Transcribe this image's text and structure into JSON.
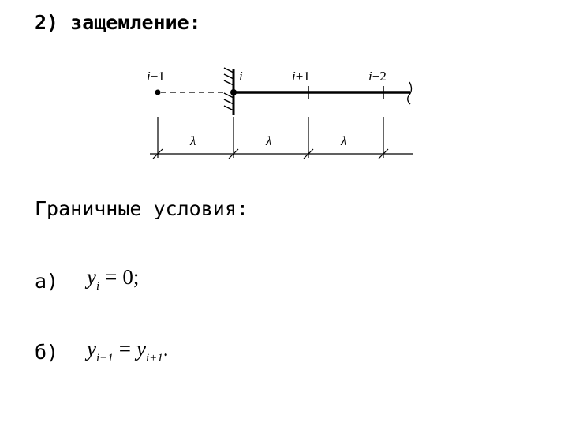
{
  "title": "2) защемление:",
  "diagram": {
    "node_labels": [
      "i",
      "−1",
      "i",
      "i",
      "+1",
      "i",
      "+2"
    ],
    "span_label": "λ"
  },
  "boundary": {
    "heading": "Граничные условия:",
    "a": {
      "label": "а)",
      "lhs_var": "y",
      "lhs_sub": "i",
      "op": "=",
      "rhs": "0;"
    },
    "b": {
      "label": "б)",
      "lhs_var": "y",
      "lhs_sub": "i−1",
      "op": "=",
      "rhs_var": "y",
      "rhs_sub": "i+1",
      "end": "."
    }
  }
}
